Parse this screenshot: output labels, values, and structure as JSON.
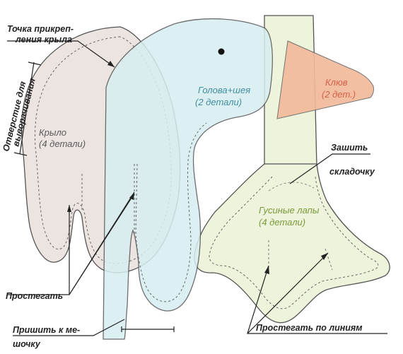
{
  "labels": {
    "wing_point_1": "Точка прикреп-",
    "wing_point_2": "ления крыла",
    "opening_1": "Отверстие для",
    "opening_2": "выворачивания",
    "wing_1": "Крыло",
    "wing_2": "(4 детали)",
    "head_1": "Голова+шея",
    "head_2": "(2 детали)",
    "beak_1": "Клюв",
    "beak_2": "(2 дет.)",
    "sew_fold_1": "Зашить",
    "sew_fold_2": "складочку",
    "feet_1": "Гусиные лапы",
    "feet_2": "(4 детали)",
    "quilt": "Простегать",
    "sew_bag_1": "Пришить к ме-",
    "sew_bag_2": "шочку",
    "quilt_lines": "Простегать по линиям"
  },
  "colors": {
    "wing_fill": "#ece4e1",
    "body_fill": "#d7eef1",
    "feet_fill": "#eef4dc",
    "beak_fill": "#f2b999",
    "outline": "#4a4a4a"
  }
}
